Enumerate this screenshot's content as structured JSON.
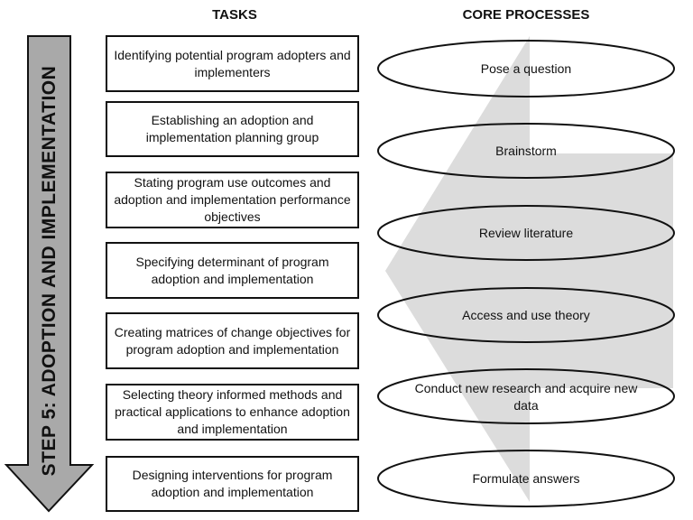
{
  "headers": {
    "tasks": "TASKS",
    "core_processes": "CORE PROCESSES"
  },
  "step": {
    "label": "STEP 5: ADOPTION AND IMPLEMENTATION",
    "arrow_color": "#a9a9a9"
  },
  "background_arrow": {
    "color": "#dcdcdc",
    "direction": "left"
  },
  "tasks": [
    {
      "text": "Identifying potential program adopters and implementers"
    },
    {
      "text": "Establishing an adoption and implementation planning group"
    },
    {
      "text": "Stating program use outcomes and adoption and implementation performance objectives"
    },
    {
      "text": "Specifying determinant of program adoption and implementation"
    },
    {
      "text": "Creating matrices of change objectives for program adoption and implementation"
    },
    {
      "text": "Selecting theory informed methods and practical applications to enhance adoption and implementation"
    },
    {
      "text": "Designing interventions for program adoption and implementation"
    }
  ],
  "core_processes": [
    {
      "text": "Pose a question"
    },
    {
      "text": "Brainstorm"
    },
    {
      "text": "Review literature"
    },
    {
      "text": "Access and use theory"
    },
    {
      "text": "Conduct new research and acquire new data"
    },
    {
      "text": "Formulate answers"
    }
  ]
}
